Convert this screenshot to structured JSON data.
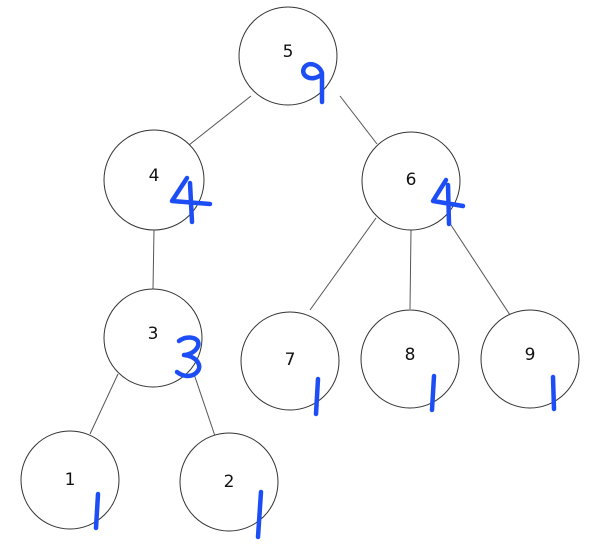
{
  "tree": {
    "nodes": [
      {
        "id": "n5",
        "label": "5",
        "annotation": "9",
        "annotation_color": "#1d4ef5"
      },
      {
        "id": "n4",
        "label": "4",
        "annotation": "4",
        "annotation_color": "#1d4ef5"
      },
      {
        "id": "n6",
        "label": "6",
        "annotation": "4",
        "annotation_color": "#1d4ef5"
      },
      {
        "id": "n3",
        "label": "3",
        "annotation": "3",
        "annotation_color": "#1d4ef5"
      },
      {
        "id": "n7",
        "label": "7",
        "annotation": "1",
        "annotation_color": "#1d4ef5"
      },
      {
        "id": "n8",
        "label": "8",
        "annotation": "1",
        "annotation_color": "#1d4ef5"
      },
      {
        "id": "n9",
        "label": "9",
        "annotation": "1",
        "annotation_color": "#1d4ef5"
      },
      {
        "id": "n1",
        "label": "1",
        "annotation": "1",
        "annotation_color": "#1d4ef5"
      },
      {
        "id": "n2",
        "label": "2",
        "annotation": "1",
        "annotation_color": "#1d4ef5"
      }
    ],
    "edges": [
      {
        "from": "n5",
        "to": "n4"
      },
      {
        "from": "n5",
        "to": "n6"
      },
      {
        "from": "n4",
        "to": "n3"
      },
      {
        "from": "n3",
        "to": "n1"
      },
      {
        "from": "n3",
        "to": "n2"
      },
      {
        "from": "n6",
        "to": "n7"
      },
      {
        "from": "n6",
        "to": "n8"
      },
      {
        "from": "n6",
        "to": "n9"
      }
    ]
  }
}
